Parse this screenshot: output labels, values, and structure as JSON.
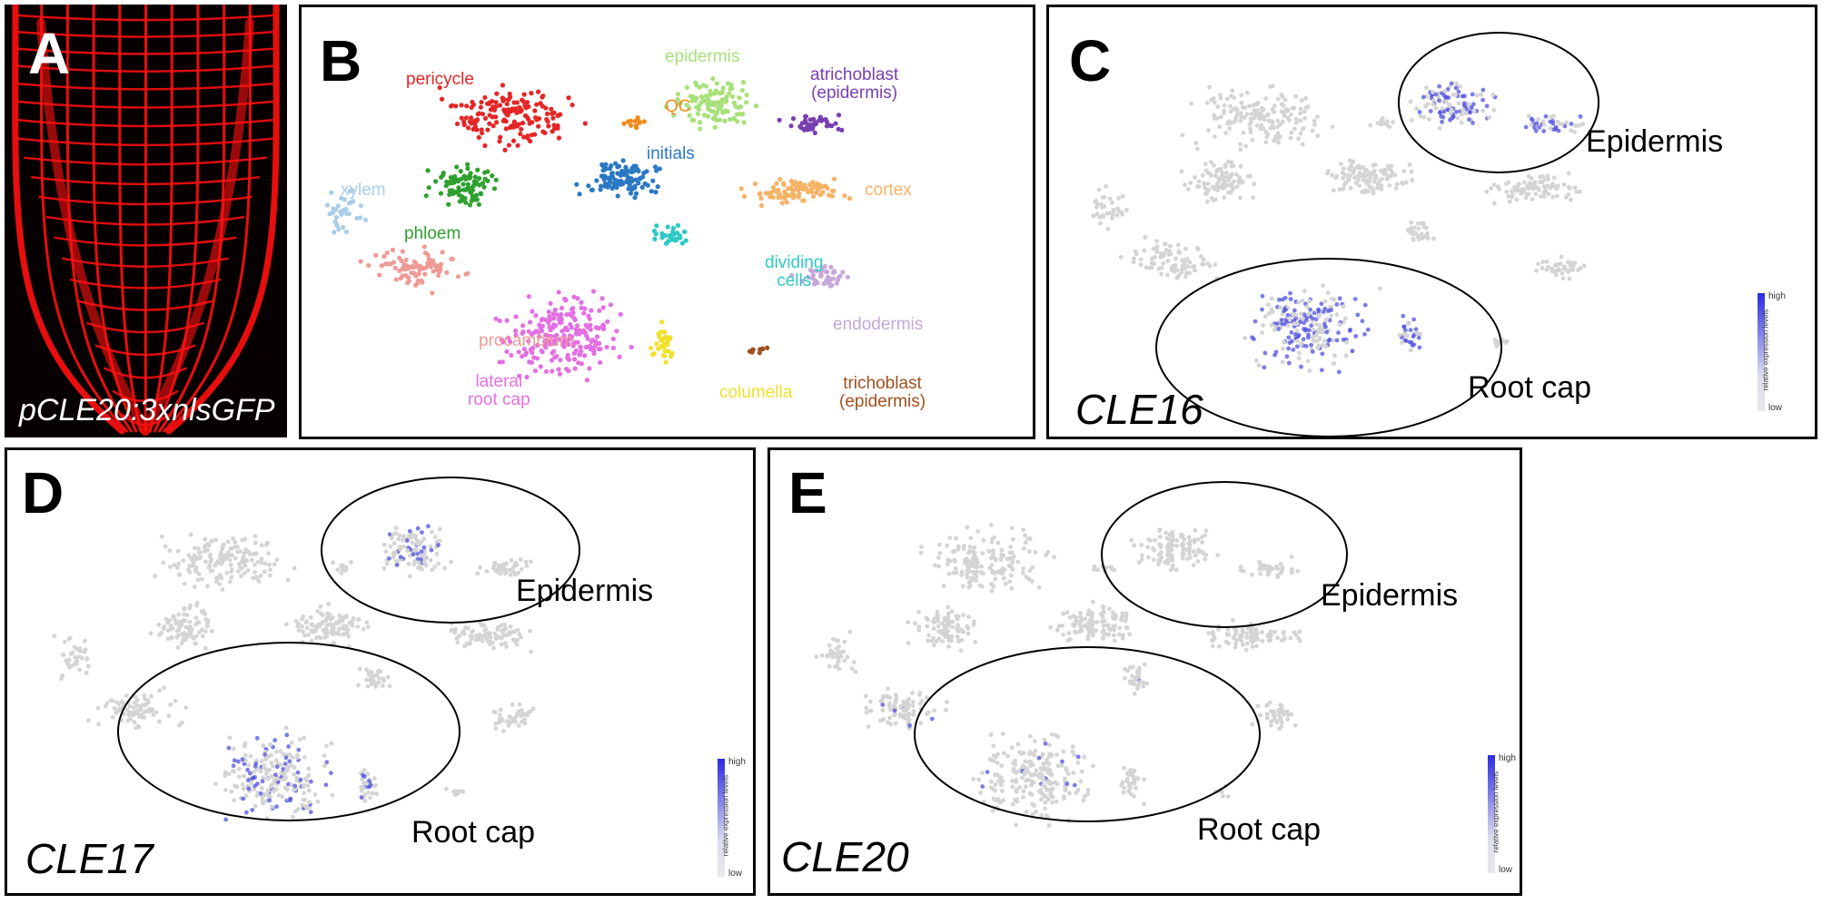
{
  "panel_a": {
    "letter": "A",
    "caption": "pCLE20:3xnlsGFP"
  },
  "panel_b": {
    "letter": "B",
    "clusters": [
      {
        "key": "pericycle",
        "label": "pericycle",
        "color": "#e42626"
      },
      {
        "key": "epidermis",
        "label": "epidermis",
        "color": "#a8e07a"
      },
      {
        "key": "atrichoblast",
        "label": "atrichoblast\n(epidermis)",
        "color": "#7a3fb0"
      },
      {
        "key": "qc",
        "label": "QC",
        "color": "#f08a1a"
      },
      {
        "key": "initials",
        "label": "initials",
        "color": "#2a78c4"
      },
      {
        "key": "xylem",
        "label": "xylem",
        "color": "#a9cde8"
      },
      {
        "key": "phloem",
        "label": "phloem",
        "color": "#2ea12e"
      },
      {
        "key": "cortex",
        "label": "cortex",
        "color": "#f5b366"
      },
      {
        "key": "dividing",
        "label": "dividing\ncells",
        "color": "#2ec8c8"
      },
      {
        "key": "procambium",
        "label": "procambium",
        "color": "#f09a96"
      },
      {
        "key": "endodermis",
        "label": "endodermis",
        "color": "#c6a8d8"
      },
      {
        "key": "lateral",
        "label": "lateral\nroot cap",
        "color": "#e36fe3"
      },
      {
        "key": "columella",
        "label": "columella",
        "color": "#f0e02a"
      },
      {
        "key": "trichoblast",
        "label": "trichoblast\n(epidermis)",
        "color": "#a0501e"
      }
    ]
  },
  "panel_c": {
    "letter": "C",
    "gene": "CLE16",
    "region_top": "Epidermis",
    "region_bottom": "Root cap"
  },
  "panel_d": {
    "letter": "D",
    "gene": "CLE17",
    "region_top": "Epidermis",
    "region_bottom": "Root cap"
  },
  "panel_e": {
    "letter": "E",
    "gene": "CLE20",
    "region_top": "Epidermis",
    "region_bottom": "Root cap"
  },
  "legend": {
    "high": "high",
    "low": "low",
    "title": "relative expression levels"
  },
  "colors": {
    "red_signal": "#ff1010",
    "gray_point": "#d4d4d4",
    "blue_point": "#5050e0"
  }
}
